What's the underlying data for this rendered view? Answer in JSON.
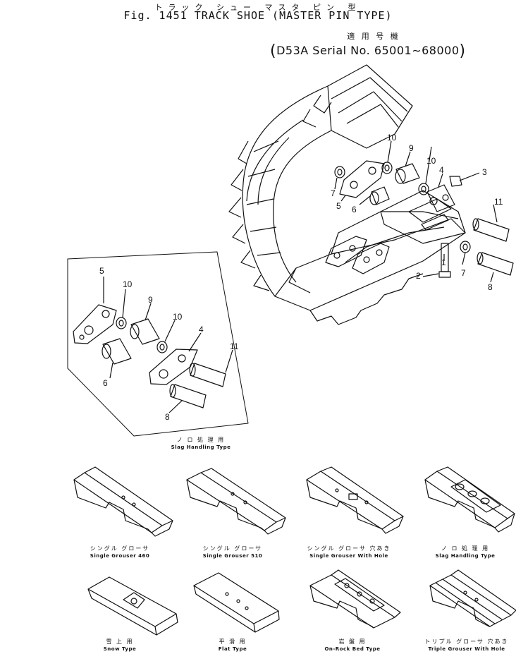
{
  "header": {
    "title_jp": "トラック シュー マスタ ピン 型",
    "title": "Fig. 1451   TRACK SHOE (MASTER PIN TYPE)",
    "applicable_jp": "適 用 号 機",
    "serial": "D53A Serial No. 65001∼68000"
  },
  "callouts": {
    "main": [
      "10",
      "9",
      "10",
      "3",
      "4",
      "7",
      "5",
      "6",
      "11",
      "7",
      "2",
      "1",
      "8"
    ],
    "inset": [
      "5",
      "10",
      "9",
      "10",
      "4",
      "11",
      "6",
      "8"
    ]
  },
  "inset_caption": {
    "jp": "ノ ロ 処 理 用",
    "en": "Slag Handling Type"
  },
  "variants": [
    {
      "jp": "シングル グローサ",
      "en": "Single Grouser 460"
    },
    {
      "jp": "シングル グローサ",
      "en": "Single Grouser 510"
    },
    {
      "jp": "シングル グローサ 穴あき",
      "en": "Single Grouser With Hole"
    },
    {
      "jp": "ノ ロ 処 理 用",
      "en": "Slag Handling Type"
    },
    {
      "jp": "雪 上 用",
      "en": "Snow Type"
    },
    {
      "jp": "平 滑 用",
      "en": "Flat Type"
    },
    {
      "jp": "岩 盤 用",
      "en": "On-Rock Bed Type"
    },
    {
      "jp": "トリプル グローサ 穴あき",
      "en": "Triple Grouser With Hole"
    }
  ]
}
